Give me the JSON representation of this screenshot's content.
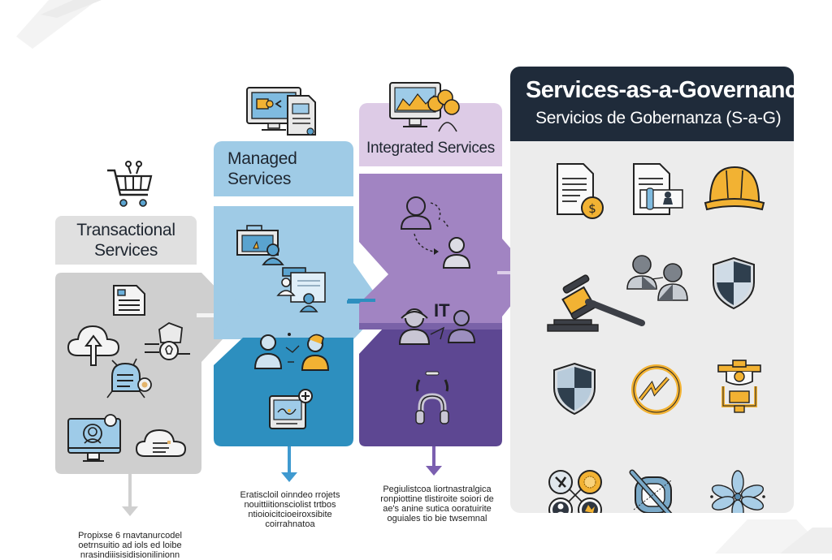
{
  "colors": {
    "transactional_light": "#e0e0e0",
    "transactional_body": "#cfcfcf",
    "managed_light": "#9fcbe6",
    "managed_dark": "#2d8fbf",
    "integrated_light": "#ddcbe6",
    "integrated_mid": "#a184c2",
    "integrated_dark": "#5d4792",
    "governance_header": "#1f2b3a",
    "governance_body": "#ececec",
    "accent_gold": "#f2b233"
  },
  "columns": [
    {
      "id": "transactional",
      "title_lines": [
        "Transactional",
        "Services"
      ],
      "top_icon": "shopping-cart-icon",
      "icons": [
        "document-icon",
        "cloud-upload-icon",
        "package-idea-icon",
        "chat-bot-icon",
        "monitor-user-icon",
        "cloud-list-icon"
      ],
      "caption_lines": [
        "Propixse 6 rnavtanurcodel",
        "oetrnsuitio ad iols ed loibe",
        "nrasindiiisisidisionilinionn"
      ]
    },
    {
      "id": "managed",
      "title_lines": [
        "Managed",
        "Services"
      ],
      "top_icon": "monitor-document-icon",
      "icons": [
        "folder-user-icon",
        "presentation-team-icon",
        "collaboration-icon",
        "monitor-add-icon"
      ],
      "caption_lines": [
        "Eratiscloil oinndeo rrojets",
        "nouittiitionsciolist trtbos",
        "ntioioicitcioeiroxsibite",
        "coirrahnatoa"
      ]
    },
    {
      "id": "integrated",
      "title_lines": [
        "Integrated Services"
      ],
      "top_icon": "monitor-team-icon",
      "mid_label": "IT",
      "icons": [
        "user-handoff-icon",
        "it-team-icon",
        "headset-cycle-icon"
      ],
      "caption_lines": [
        "Pegiulistcoa liortnastralgica",
        "ronpiottine tlistiroite soiori de",
        "ae's anine sutica ooratuirite",
        "oguiales tio bie twsemnal"
      ]
    }
  ],
  "governance": {
    "title": "Services-as-a-Governance",
    "subtitle": "Servicios de Gobernanza (S-a-G)",
    "icons": [
      "contract-payment-icon",
      "certificate-id-icon",
      "hard-hat-icon",
      "gavel-icon",
      "stakeholders-icon",
      "shield-icon",
      "shield-icon",
      "performance-icon",
      "compliance-badge-icon",
      "network-nodes-icon",
      "policy-cancel-icon",
      "ecosystem-flower-icon"
    ]
  }
}
